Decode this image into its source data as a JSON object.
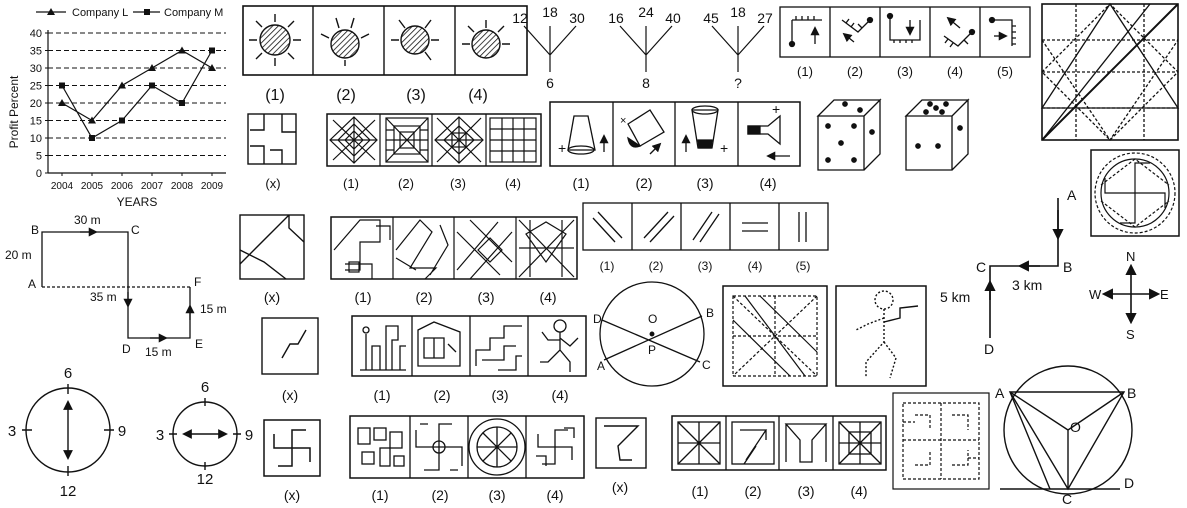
{
  "chart_data": {
    "type": "line",
    "categories": [
      "2004",
      "2005",
      "2006",
      "2007",
      "2008",
      "2009"
    ],
    "series": [
      {
        "name": "Company L",
        "values": [
          20,
          15,
          25,
          30,
          35,
          30
        ]
      },
      {
        "name": "Company M",
        "values": [
          25,
          10,
          15,
          25,
          20,
          35
        ]
      }
    ],
    "xlabel": "YEARS",
    "ylabel": "Profit Percent",
    "ylim": [
      0,
      40
    ],
    "yticks": [
      "0",
      "5",
      "10",
      "15",
      "20",
      "25",
      "30",
      "35",
      "40"
    ],
    "grid": true,
    "legend": "top"
  },
  "labels": {
    "n1": "(1)",
    "n2": "(2)",
    "n3": "(3)",
    "n4": "(4)",
    "n5": "(5)",
    "x": "(x)"
  },
  "number_trees": [
    {
      "left": "12",
      "mid": "18",
      "right": "30",
      "bottom": "6"
    },
    {
      "left": "16",
      "mid": "24",
      "right": "40",
      "bottom": "8"
    },
    {
      "left": "45",
      "mid": "18",
      "right": "27",
      "bottom": "?"
    }
  ],
  "path_diagram": {
    "a": "A",
    "b": "B",
    "c": "C",
    "d": "D",
    "e": "E",
    "f": "F",
    "d_bc": "30 m",
    "d_ab": "20 m",
    "d_af": "35 m",
    "d_ef": "15 m",
    "d_de": "15 m"
  },
  "clock1": {
    "top": "6",
    "left": "3",
    "right": "9",
    "bottom": "12"
  },
  "clock2": {
    "top": "6",
    "left": "3",
    "right": "9",
    "bottom": "12"
  },
  "circle1": {
    "o": "O",
    "b": "B",
    "d": "D",
    "p": "P",
    "a": "A",
    "c": "C"
  },
  "direction": {
    "a": "A",
    "b": "B",
    "c": "C",
    "d": "D",
    "d1": "5 km",
    "d2": "3 km"
  },
  "compass": {
    "n": "N",
    "s": "S",
    "e": "E",
    "w": "W"
  },
  "circle2": {
    "a": "A",
    "b": "B",
    "o": "O",
    "c": "C",
    "d": "D"
  }
}
